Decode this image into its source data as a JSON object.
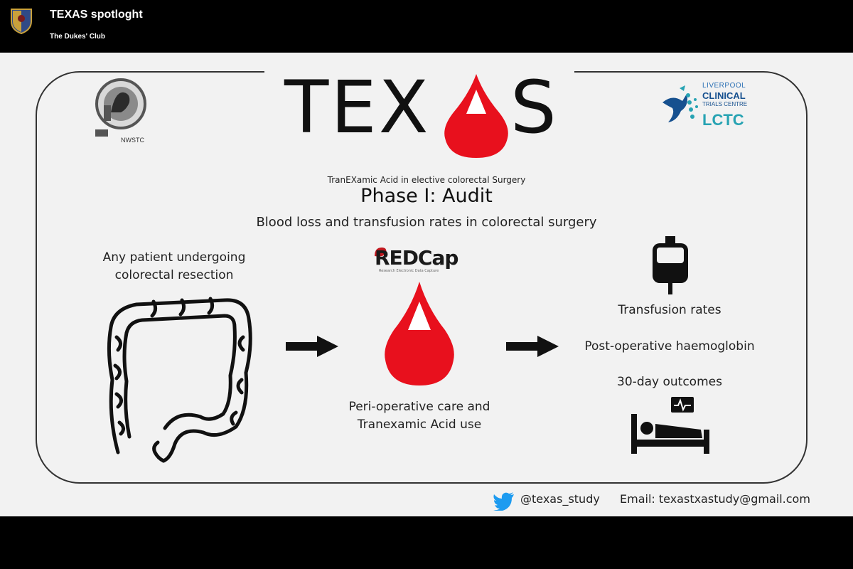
{
  "topbar": {
    "title": "TEXAS spotloght",
    "subtitle": "The Dukes' Club"
  },
  "slide": {
    "wordmark_left": "TEX",
    "wordmark_right": "S",
    "acronym": "TranEXamic Acid in elective colorectal Surgery",
    "phase_title": "Phase I: Audit",
    "phase_subtitle": "Blood loss and transfusion rates in colorectal surgery",
    "partner_logo_left": "NWSTC",
    "partner_logo_right": {
      "line1": "LIVERPOOL",
      "line2": "CLINICAL",
      "line3": "TRIALS CENTRE",
      "abbr": "LCTC"
    },
    "patient_text": [
      "Any patient undergoing",
      "colorectal resection"
    ],
    "redcap": {
      "name": "REDCap",
      "tagline": "Research Electronic Data Capture"
    },
    "care_text": [
      "Peri-operative care and",
      "Tranexamic Acid use"
    ],
    "outcomes": [
      "Transfusion rates",
      "Post-operative haemoglobin",
      "30-day outcomes"
    ],
    "twitter_handle": "@texas_study",
    "email": "Email: texastxastudy@gmail.com"
  },
  "colors": {
    "drop_red": "#e8101d",
    "twitter_blue": "#1d9bf0",
    "lctc_blue": "#16508f",
    "lctc_teal": "#27a3b3"
  },
  "icons": [
    "shield-icon",
    "blood-drop-icon",
    "colon-icon",
    "arrow-right-icon",
    "blood-bag-icon",
    "hospital-bed-icon",
    "twitter-icon"
  ]
}
